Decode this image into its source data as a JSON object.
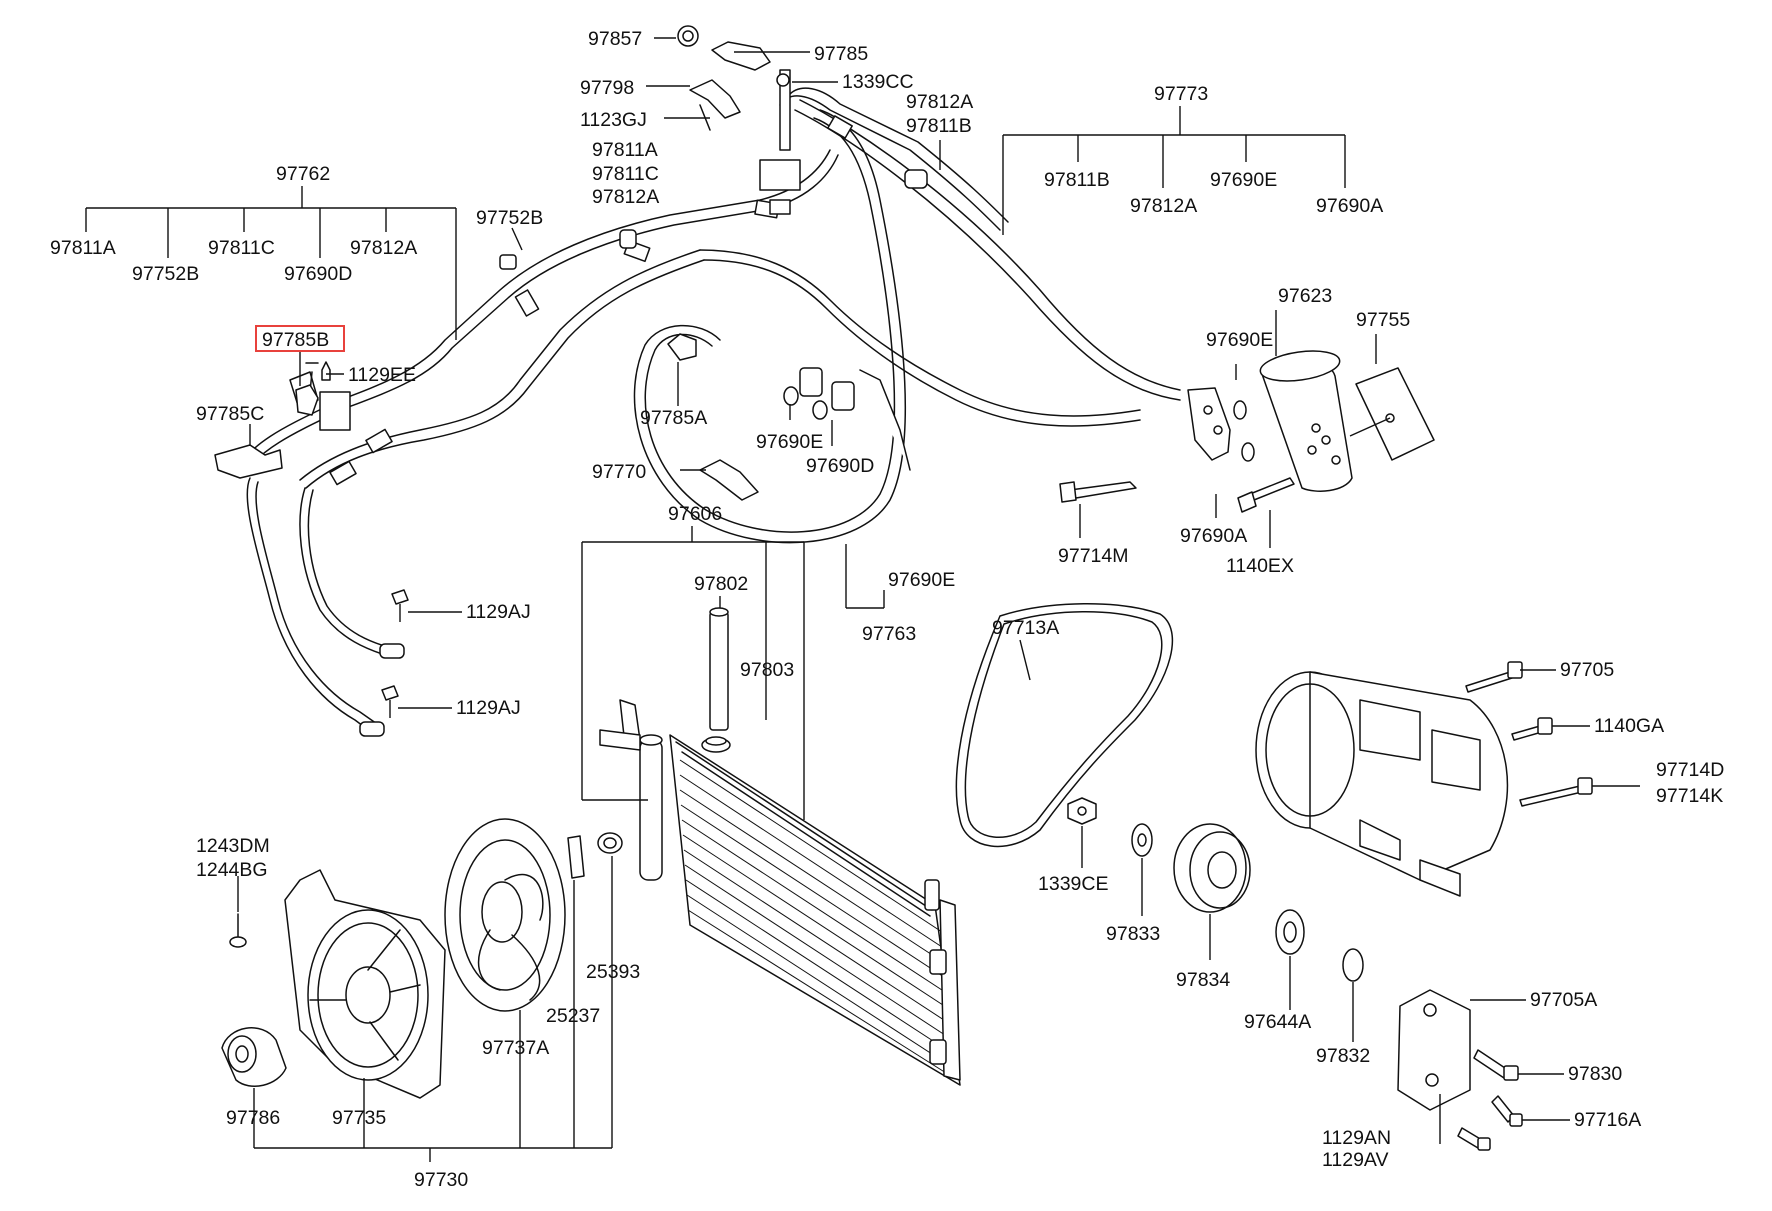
{
  "highlight_color": "#e8413c",
  "labels": {
    "p97857": "97857",
    "p97785": "97785",
    "p97798": "97798",
    "p1339CC": "1339CC",
    "p1123GJ": "1123GJ",
    "p97812A_top": "97812A",
    "p97811B_top": "97811B",
    "p97773": "97773",
    "p97811B_r": "97811B",
    "p97812A_r": "97812A",
    "p97690E_r": "97690E",
    "p97690A_r": "97690A",
    "p97811A_c": "97811A",
    "p97811C_c": "97811C",
    "p97812A_c": "97812A",
    "p97762": "97762",
    "p97811A_l": "97811A",
    "p97752B_l": "97752B",
    "p97811C_l": "97811C",
    "p97690D_l": "97690D",
    "p97812A_l": "97812A",
    "p97752B_m": "97752B",
    "p97785B": "97785B",
    "p1129EE": "1129EE",
    "p97785C": "97785C",
    "p97785A": "97785A",
    "p97690E_m": "97690E",
    "p97690D_m": "97690D",
    "p97770": "97770",
    "p97623": "97623",
    "p97755": "97755",
    "p97690E_rc": "97690E",
    "p97714M": "97714M",
    "p97690A_rc": "97690A",
    "p1140EX": "1140EX",
    "p97606": "97606",
    "p97802": "97802",
    "p97803": "97803",
    "p97690E_b": "97690E",
    "p97763": "97763",
    "p1129AJ_a": "1129AJ",
    "p1129AJ_b": "1129AJ",
    "p97713A": "97713A",
    "p97705": "97705",
    "p1140GA": "1140GA",
    "p97714D": "97714D",
    "p97714K": "97714K",
    "p1339CE": "1339CE",
    "p97833": "97833",
    "p97834": "97834",
    "p97644A": "97644A",
    "p97832": "97832",
    "p97705A": "97705A",
    "p97830": "97830",
    "p97716A": "97716A",
    "p1129AN": "1129AN",
    "p1129AV": "1129AV",
    "p1243DM": "1243DM",
    "p1244BG": "1244BG",
    "p25393": "25393",
    "p25237": "25237",
    "p97737A": "97737A",
    "p97786": "97786",
    "p97735": "97735",
    "p97730": "97730"
  }
}
